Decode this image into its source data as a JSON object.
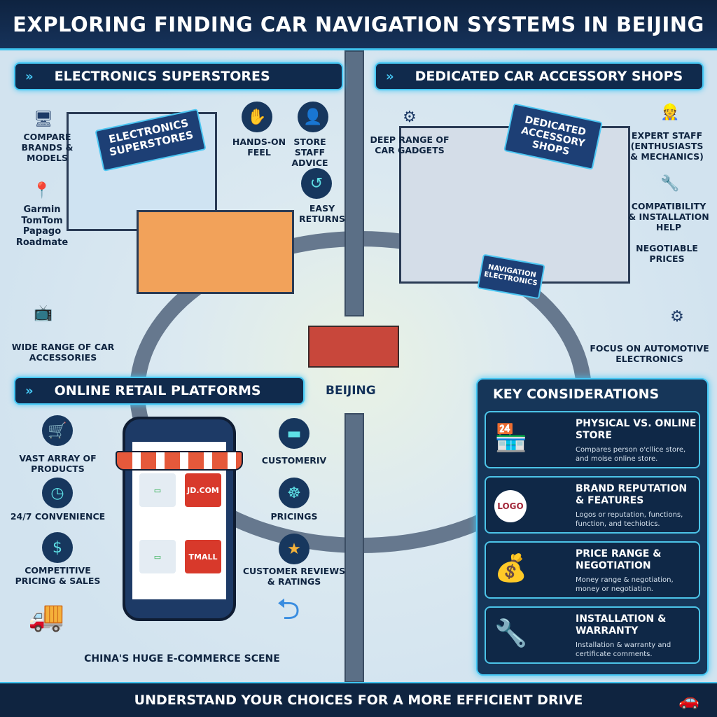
{
  "title": "EXPLORING FINDING CAR NAVIGATION SYSTEMS IN BEIJING",
  "sections": {
    "electronics": {
      "header": "ELECTRONICS SUPERSTORES",
      "sign": "ELECTRONICS SUPERSTORES",
      "items": [
        "COMPARE BRANDS & MODELS",
        "Garmin TomTom Papago Roadmate",
        "WIDE RANGE OF CAR ACCESSORIES",
        "HANDS-ON FEEL",
        "STORE STAFF ADVICE",
        "EASY RETURNS"
      ]
    },
    "accessory": {
      "header": "DEDICATED CAR ACCESSORY SHOPS",
      "sign": "DEDICATED ACCESSORY SHOPS",
      "counter_sign": "NAVIGATION ELECTRONICS",
      "items": [
        "DEEP RANGE OF CAR GADGETS",
        "EXPERT STAFF (ENTHUSIASTS & MECHANICS)",
        "COMPATIBILITY & INSTALLATION HELP",
        "NEGOTIABLE PRICES",
        "FOCUS ON AUTOMOTIVE ELECTRONICS"
      ]
    },
    "online": {
      "header": "ONLINE RETAIL PLATFORMS",
      "left_items": [
        "VAST ARRAY OF PRODUCTS",
        "24/7 CONVENIENCE",
        "COMPETITIVE PRICING & SALES"
      ],
      "right_items": [
        "CUSTOMERIV",
        "PRICINGS",
        "CUSTOMER REVIEWS & RATINGS"
      ],
      "platforms": [
        "JD.COM",
        "TMALL"
      ],
      "caption": "CHINA'S HUGE E-COMMERCE SCENE"
    },
    "considerations": {
      "header": "KEY CONSIDERATIONS",
      "cards": [
        {
          "title": "PHYSICAL VS. ONLINE STORE",
          "desc": "Compares person o'cllice store, and moise online store.",
          "icon": "storefront-icon"
        },
        {
          "title": "BRAND REPUTATION & FEATURES",
          "desc": "Logos or reputation, functions, function, and techiotics.",
          "icon": "logo-badge-icon",
          "badge": "LOGO"
        },
        {
          "title": "PRICE RANGE & NEGOTIATION",
          "desc": "Money range & negotiation, money or negotiation.",
          "icon": "money-bag-icon"
        },
        {
          "title": "INSTALLATION & WARRANTY",
          "desc": "Installation & warranty and certificate comments.",
          "icon": "wrench-icon"
        }
      ]
    }
  },
  "map_label": "BEIJING",
  "footer": "UNDERSTAND YOUR CHOICES FOR A MORE EFFICIENT DRIVE",
  "colors": {
    "navy": "#102a4c",
    "accent": "#46c8f5",
    "background": "#d7e6f1"
  }
}
